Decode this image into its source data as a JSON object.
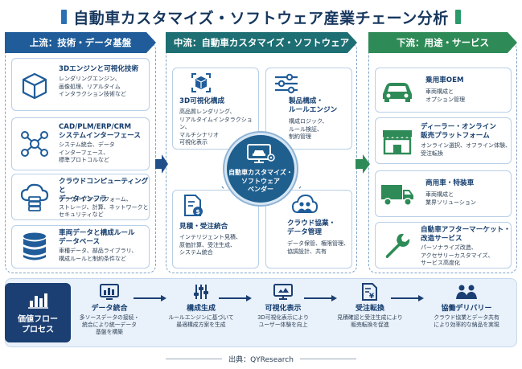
{
  "title": "自動車カスタマイズ・ソフトウェア産業チェーン分析",
  "headers": {
    "upstream": "上流：技術・データ基盤",
    "midstream": "中流：自動車カスタマイズ・ソフトウェア",
    "downstream": "下流：用途・サービス"
  },
  "upstream": [
    {
      "icon": "cube-icon",
      "title": "3Dエンジンと可視化技術",
      "desc": "レンダリングエンジン、\n画像処理、リアルタイム\nインタラクション技術など"
    },
    {
      "icon": "network-icon",
      "title": "CAD/PLM/ERP/CRM\nシステムインターフェース",
      "desc": "システム統合、データ\nインターフェース、\n標準プロトコルなど"
    },
    {
      "icon": "cloud-server-icon",
      "title": "クラウドコンピューティングと\nデータインフラ",
      "desc": "クラウドプラットフォーム、\nストレージ、計算、ネットワークと\nセキュリティなど"
    },
    {
      "icon": "database-icon",
      "title": "車両データと構成ルール\nデータベース",
      "desc": "車種データ、部品ライブラリ、\n構成ルールと制約条件など"
    }
  ],
  "midstream": {
    "hub": "自動車カスタマイズ・\nソフトウェア\nベンダー",
    "hub_icon": "car-monitor-icon",
    "cards": [
      {
        "icon": "3d-cube-icon",
        "title": "3D可視化構成",
        "desc": "高品質レンダリング、\nリアルタイムインタラクション、\nマルチシナリオ\n可視化表示"
      },
      {
        "icon": "sliders-icon",
        "title": "製品構成・\nルールエンジン",
        "desc": "構成ロジック、\nルール検証、\n制約管理"
      },
      {
        "icon": "quote-document-icon",
        "title": "見積・受注統合",
        "desc": "インテリジェント見積、\n原価計算、受注生成、\nシステム統合"
      },
      {
        "icon": "cloud-users-icon",
        "title": "クラウド協業・\nデータ管理",
        "desc": "データ保管、権限管理、\n協調設計、共有"
      }
    ]
  },
  "downstream": [
    {
      "icon": "car-icon",
      "title": "乗用車OEM",
      "desc": "車両構成と\nオプション管理"
    },
    {
      "icon": "store-icon",
      "title": "ディーラー・オンライン\n販売プラットフォーム",
      "desc": "オンライン選択、オフライン体験、\n受注転換"
    },
    {
      "icon": "truck-icon",
      "title": "商用車・特装車",
      "desc": "車両構成と\n業界ソリューション"
    },
    {
      "icon": "wrench-icon",
      "title": "自動車アフターマーケット・\n改造サービス",
      "desc": "パーソナライズ改造、\nアクセサリーカスタマイズ、\nサービス高度化"
    }
  ],
  "flow": {
    "label": "価値フロー\nプロセス",
    "steps": [
      {
        "icon": "data-integration-icon",
        "title": "データ統合",
        "desc": "多ソースデータの接続・\n統合により統一データ\n基盤を構築"
      },
      {
        "icon": "config-sliders-icon",
        "title": "構成生成",
        "desc": "ルールエンジンに基づいて\n最適構成方案を生成"
      },
      {
        "icon": "display-icon",
        "title": "可視化表示",
        "desc": "3D可視化表示により\nユーザー体験を向上"
      },
      {
        "icon": "order-yen-icon",
        "title": "受注転換",
        "desc": "見積確認と受注生成により\n販売転換を促進"
      },
      {
        "icon": "people-icon",
        "title": "協働デリバリー",
        "desc": "クラウド協業とデータ共有\nにより効率的な納品を実現"
      }
    ]
  },
  "source": "出典：QYResearch",
  "colors": {
    "navy": "#17375e",
    "blue": "#1f5c99",
    "teal": "#1d6f73",
    "green": "#2e8b57"
  }
}
